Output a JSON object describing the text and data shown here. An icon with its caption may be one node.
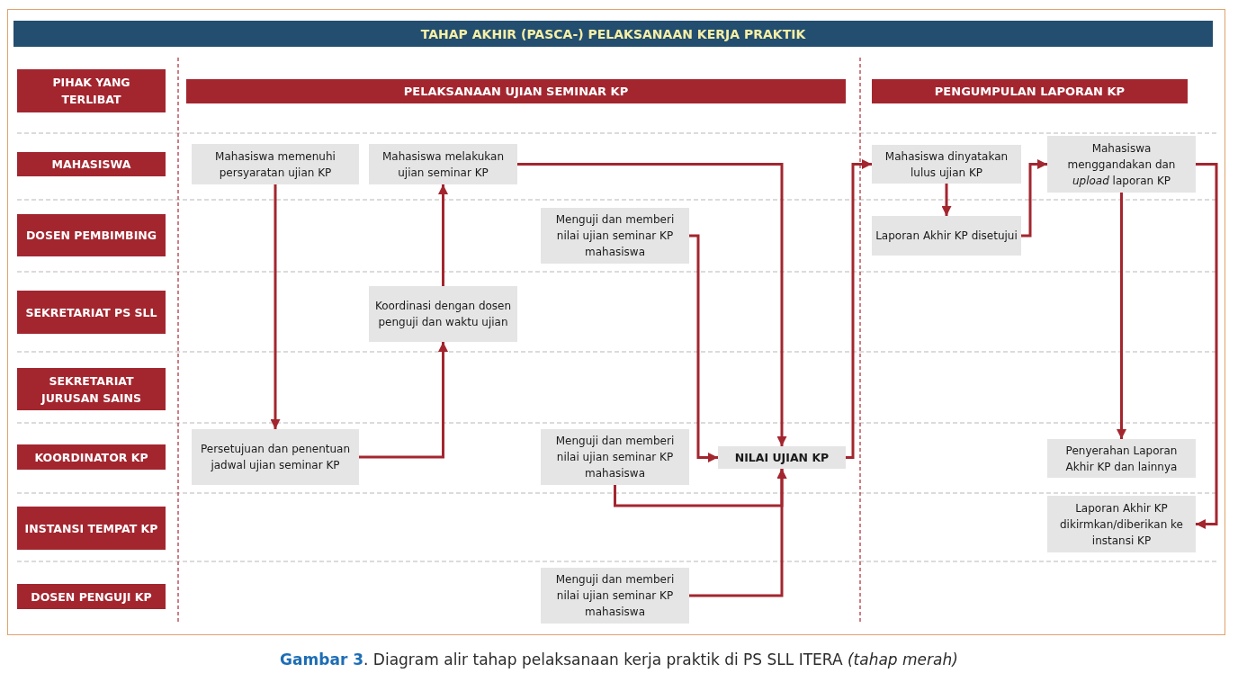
{
  "diagram": {
    "title": "TAHAP AKHIR (PASCA-) PELAKSANAAN KERJA PRAKTIK",
    "caption": "**Gambar 3**. Diagram alir tahap pelaksanaan kerja praktik di PS SLL ITERA *(tahap merah)*",
    "nodes": [
      {
        "text": [
          "PIHAK YANG TERLIBAT"
        ]
      },
      {
        "text": [
          "PELAKSANAAN UJIAN SEMINAR KP"
        ]
      },
      {
        "text": [
          "PENGUMPULAN LAPORAN KP"
        ]
      },
      {
        "text": [
          "MAHASISWA"
        ]
      },
      {
        "text": [
          "Mahasiswa memenuhi persyaratan ujian KP"
        ]
      },
      {
        "text": [
          "Mahasiswa melakukan ujian seminar KP"
        ]
      },
      {
        "text": [
          "Mahasiswa dinyatakan lulus ujian KP"
        ]
      },
      {
        "text": [
          "Mahasiswa menggandakan dan *upload* laporan KP"
        ]
      },
      {
        "text": [
          "DOSEN PEMBIMBING"
        ]
      },
      {
        "text": [
          "Menguji dan memberi nilai ujian seminar KP mahasiswa"
        ]
      },
      {
        "text": [
          "Laporan Akhir KP disetujui"
        ]
      },
      {
        "text": [
          "SEKRETARIAT PS SLL"
        ]
      },
      {
        "text": [
          "Koordinasi dengan dosen penguji dan waktu ujian"
        ]
      },
      {
        "text": [
          "SEKRETARIAT JURUSAN SAINS"
        ]
      },
      {
        "text": [
          "KOORDINATOR KP"
        ]
      },
      {
        "text": [
          "Persetujuan dan penentuan jadwal ujian seminar KP"
        ]
      },
      {
        "text": [
          "Menguji dan memberi nilai ujian seminar KP mahasiswa"
        ]
      },
      {
        "text": [
          "NILAI UJIAN KP"
        ]
      },
      {
        "text": [
          "Penyerahan Laporan Akhir KP dan lainnya"
        ]
      },
      {
        "text": [
          "INSTANSI TEMPAT KP"
        ]
      },
      {
        "text": [
          "Laporan Akhir KP dikirmkan/diberikan ke instansi KP"
        ]
      },
      {
        "text": [
          "DOSEN PENGUJI KP"
        ]
      },
      {
        "text": [
          "Menguji dan memberi nilai ujian seminar KP mahasiswa"
        ]
      }
    ],
    "edges": [
      {
        "from": 4,
        "to": 15,
        "arrow": "to"
      },
      {
        "from": 15,
        "to": 12,
        "arrow": "to"
      },
      {
        "from": 12,
        "to": 5,
        "arrow": "to"
      },
      {
        "from": 5,
        "to": 17,
        "arrow": "to"
      },
      {
        "from": 9,
        "to": 17,
        "arrow": "to"
      },
      {
        "from": 16,
        "to": 17,
        "arrow": "to"
      },
      {
        "from": 22,
        "to": 17,
        "arrow": "to"
      },
      {
        "from": 17,
        "to": 6,
        "arrow": "to"
      },
      {
        "from": 6,
        "to": 10,
        "arrow": "to"
      },
      {
        "from": 10,
        "to": 7,
        "arrow": "to"
      },
      {
        "from": 7,
        "to": 18,
        "arrow": "to"
      },
      {
        "from": 7,
        "to": 20,
        "arrow": "to"
      }
    ]
  }
}
